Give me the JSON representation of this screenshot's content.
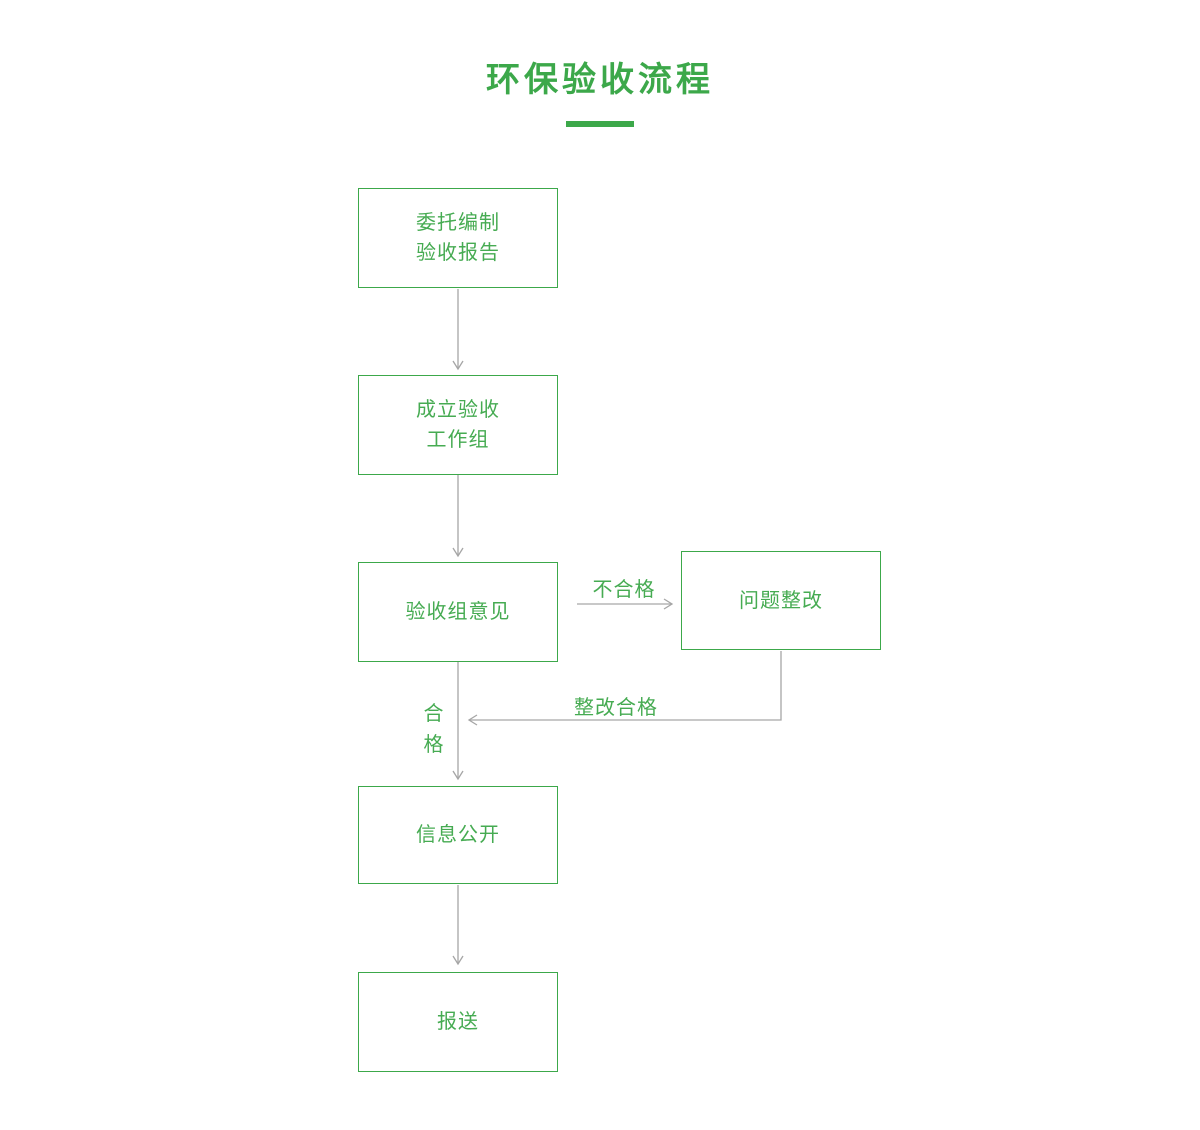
{
  "title": "环保验收流程",
  "colors": {
    "green": "#3ca84a",
    "node_text_green": "#46ab52",
    "arrow_gray": "#a6a6a6",
    "background": "#ffffff"
  },
  "nodes": [
    {
      "id": "entrust-report",
      "label": "委托编制\n验收报告"
    },
    {
      "id": "working-group",
      "label": "成立验收\n工作组"
    },
    {
      "id": "acceptance-opinion",
      "label": "验收组意见"
    },
    {
      "id": "rectification",
      "label": "问题整改"
    },
    {
      "id": "info-disclosure",
      "label": "信息公开"
    },
    {
      "id": "submission",
      "label": "报送"
    }
  ],
  "edge_labels": {
    "fail": "不合格",
    "rectified": "整改合格",
    "pass": "合\n格"
  }
}
